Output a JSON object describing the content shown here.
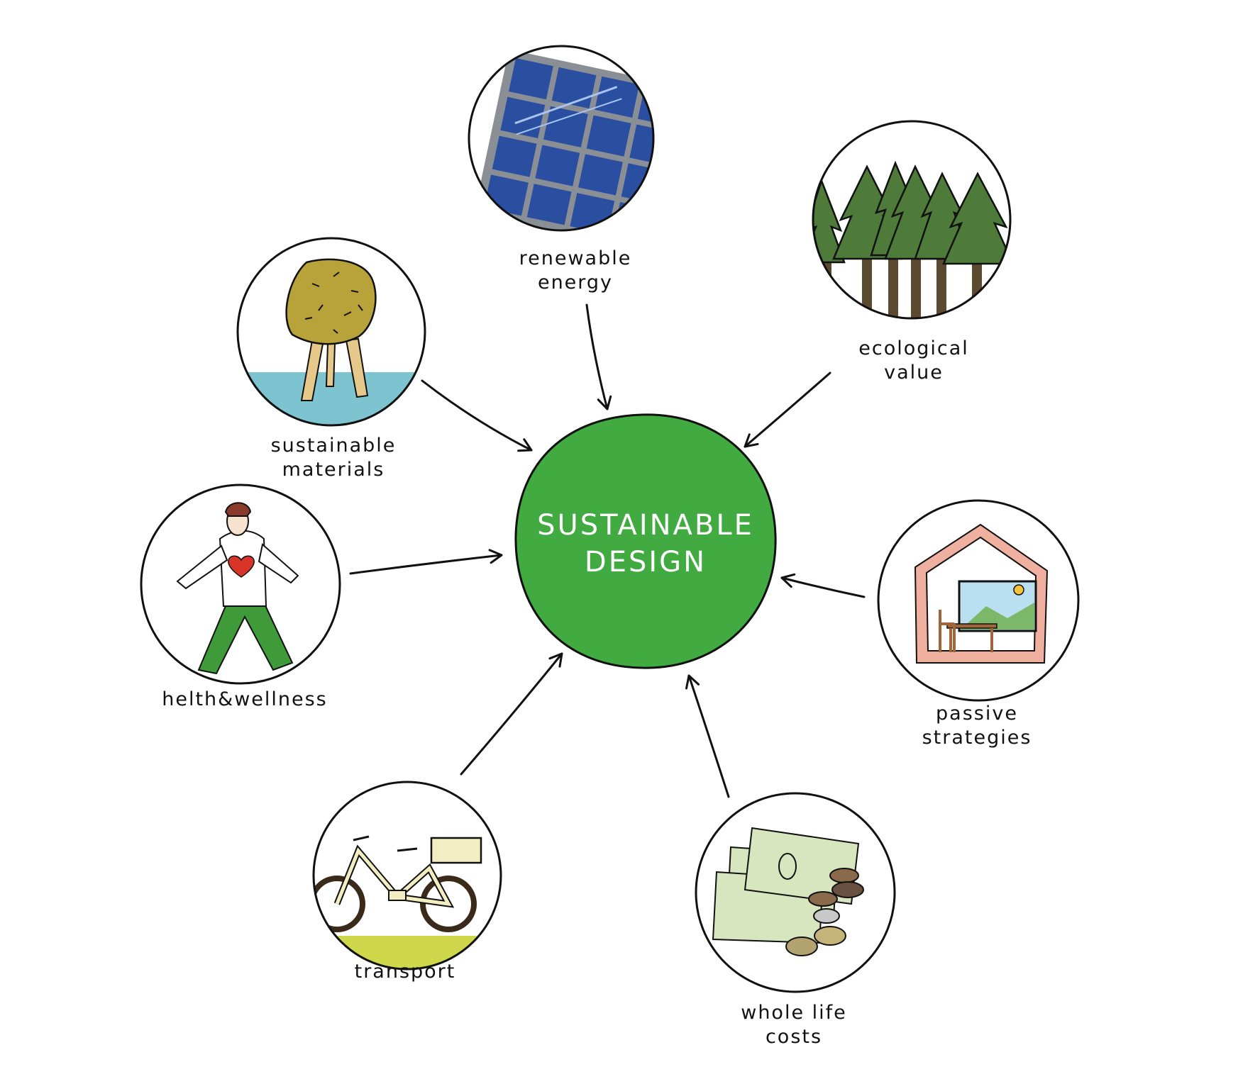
{
  "center": {
    "line1": "SUSTAINABLE",
    "line2": "DESIGN",
    "color": "#41aa41"
  },
  "nodes": {
    "renewable_energy": {
      "line1": "renewable",
      "line2": "energy",
      "icon": "solar-panel-icon"
    },
    "ecological_value": {
      "line1": "ecological",
      "line2": "value",
      "icon": "forest-icon"
    },
    "sustainable_materials": {
      "line1": "sustainable",
      "line2": "materials",
      "icon": "chair-icon"
    },
    "health_wellness": {
      "line1": "helth&wellness",
      "icon": "person-heart-icon"
    },
    "passive_strategies": {
      "line1": "passive",
      "line2": "strategies",
      "icon": "house-window-icon"
    },
    "transport": {
      "line1": "transport",
      "icon": "bicycle-icon"
    },
    "whole_life_costs": {
      "line1": "whole life",
      "line2": "costs",
      "icon": "money-coins-icon"
    }
  },
  "colors": {
    "solar_blue": "#2a4fa0",
    "tree_green": "#4e7a3a",
    "trunk_brown": "#5a4a30",
    "chair_olive": "#b8a33a",
    "floor_blue": "#7ec4d0",
    "pants_green": "#3f9a3a",
    "heart_red": "#d8342a",
    "house_pink": "#f0b0a0",
    "bike_cream": "#f3edc2",
    "grass_yellow": "#cfd84a",
    "money_green": "#d8e6c0",
    "coin_brown": "#8a6a4a"
  }
}
